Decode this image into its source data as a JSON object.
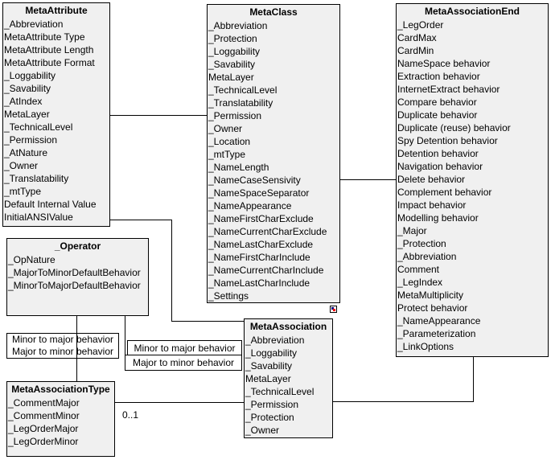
{
  "diagram": {
    "background_color": "#ffffff",
    "box_fill_color": "#f0f0f0",
    "border_color": "#000000",
    "classes": [
      {
        "title": "MetaAttribute",
        "attributes": [
          "_Abbreviation",
          "MetaAttribute Type",
          "MetaAttribute Length",
          "MetaAttribute Format",
          "_Loggability",
          "_Savability",
          "_AtIndex",
          "MetaLayer",
          "_TechnicalLevel",
          "_Permission",
          "_AtNature",
          "_Owner",
          "_Translatability",
          "_mtType",
          "Default Internal Value",
          "InitialANSIValue"
        ]
      },
      {
        "title": "MetaClass",
        "attributes": [
          "_Abbreviation",
          "_Protection",
          "_Loggability",
          "_Savability",
          "MetaLayer",
          "_TechnicalLevel",
          "_Translatability",
          "_Permission",
          "_Owner",
          "_Location",
          "_mtType",
          "_NameLength",
          "_NameCaseSensivity",
          "_NameSpaceSeparator",
          "_NameAppearance",
          "_NameFirstCharExclude",
          "_NameCurrentCharExclude",
          "_NameLastCharExclude",
          "_NameFirstCharInclude",
          "_NameCurrentCharInclude",
          "_NameLastCharInclude",
          "_Settings"
        ]
      },
      {
        "title": "MetaAssociationEnd",
        "attributes": [
          "_LegOrder",
          "CardMax",
          "CardMin",
          "NameSpace behavior",
          "Extraction behavior",
          "InternetExtract behavior",
          "Compare behavior",
          "Duplicate behavior",
          "Duplicate (reuse) behavior",
          "Spy Detention behavior",
          "Detention behavior",
          "Navigation behavior",
          "Delete behavior",
          "Complement behavior",
          "Impact behavior",
          "Modelling behavior",
          "_Major",
          "_Protection",
          "_Abbreviation",
          "Comment",
          "_LegIndex",
          "MetaMultiplicity",
          "Protect behavior",
          "_NameAppearance",
          "_Parameterization",
          "_LinkOptions"
        ]
      },
      {
        "title": "_Operator",
        "attributes": [
          "_OpNature",
          "_MajorToMinorDefaultBehavior",
          "_MinorToMajorDefaultBehavior"
        ]
      },
      {
        "title": "MetaAssociation",
        "attributes": [
          "_Abbreviation",
          "_Loggability",
          "_Savability",
          "MetaLayer",
          "_TechnicalLevel",
          "_Permission",
          "_Protection",
          "_Owner"
        ]
      },
      {
        "title": "MetaAssociationType",
        "attributes": [
          "_CommentMajor",
          "_CommentMinor",
          "_LegOrderMajor",
          "_LegOrderMinor"
        ]
      }
    ],
    "edge_labels": {
      "left_pair_line1": "Minor to major behavior",
      "left_pair_line2": "Major to minor behavior",
      "right_top": "Minor to major behavior",
      "right_bottom": "Major to minor behavior",
      "multiplicity": "0..1"
    },
    "icons": {
      "metaclass_marker": "diagram-indicator-icon",
      "marker_blue": "#000080",
      "marker_red": "#ff0000"
    }
  }
}
